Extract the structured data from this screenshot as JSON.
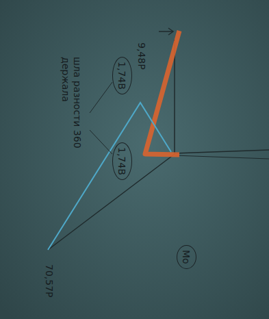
{
  "diagram": {
    "nodes": [
      {
        "text": [
          "1,74В"
        ]
      },
      {
        "text": [
          "1,74В"
        ]
      },
      {
        "text": [
          "Мо"
        ]
      }
    ],
    "labels": [
      "9,48Р",
      "шла разности 360 держала",
      "70,57Р"
    ]
  }
}
